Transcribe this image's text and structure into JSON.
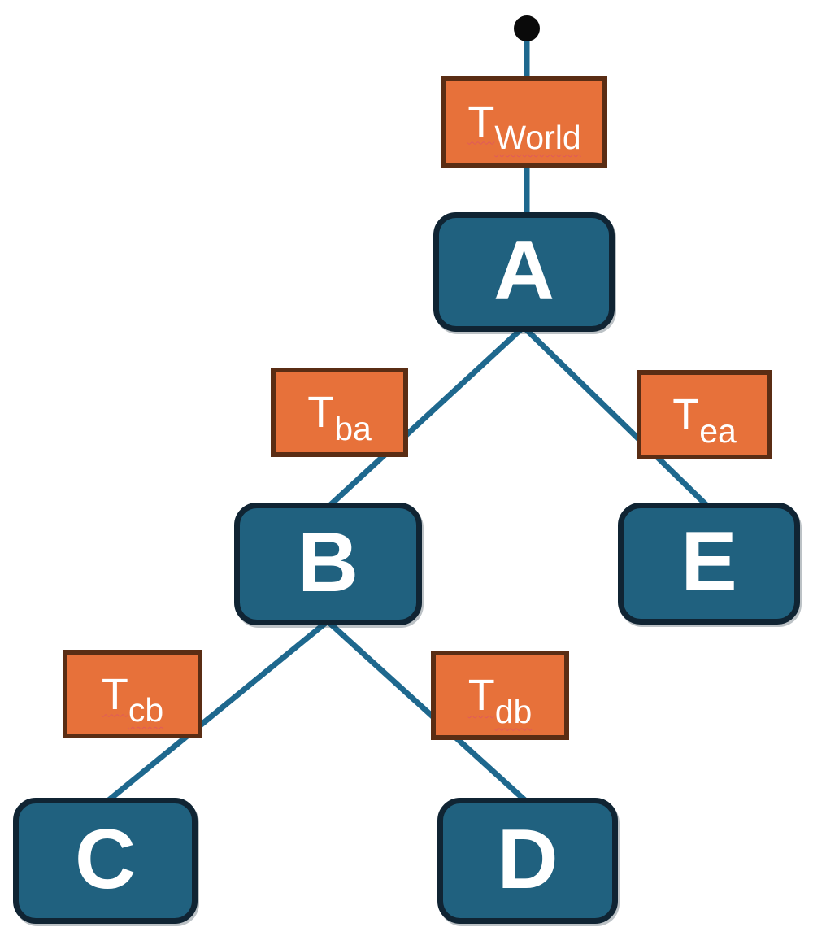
{
  "diagram": {
    "type": "scene-graph-transform-tree",
    "nodes": {
      "a": {
        "label": "A"
      },
      "b": {
        "label": "B"
      },
      "c": {
        "label": "C"
      },
      "d": {
        "label": "D"
      },
      "e": {
        "label": "E"
      }
    },
    "transforms": {
      "world": {
        "base": "T",
        "subscript": "World",
        "misspelled": true
      },
      "ba": {
        "base": "T",
        "subscript": "ba",
        "misspelled": false
      },
      "ea": {
        "base": "T",
        "subscript": "ea",
        "misspelled": false
      },
      "cb": {
        "base": "T",
        "subscript": "cb",
        "misspelled": true
      },
      "db": {
        "base": "T",
        "subscript": "db",
        "misspelled": true
      }
    },
    "edges": [
      {
        "from": "world-origin",
        "to": "A",
        "via": "T_World"
      },
      {
        "from": "A",
        "to": "B",
        "via": "T_ba"
      },
      {
        "from": "A",
        "to": "E",
        "via": "T_ea"
      },
      {
        "from": "B",
        "to": "C",
        "via": "T_cb"
      },
      {
        "from": "B",
        "to": "D",
        "via": "T_db"
      }
    ]
  },
  "colors": {
    "background": "#FFFFFF",
    "node_fill": "#20617F",
    "node_border": "#102433",
    "transform_fill": "#E7713A",
    "transform_border": "#5A2D14",
    "edge": "#1E688E",
    "label_text": "#FFFFFF",
    "root_dot": "#0A0A0A",
    "misspell_underline": "#E05A5A"
  }
}
